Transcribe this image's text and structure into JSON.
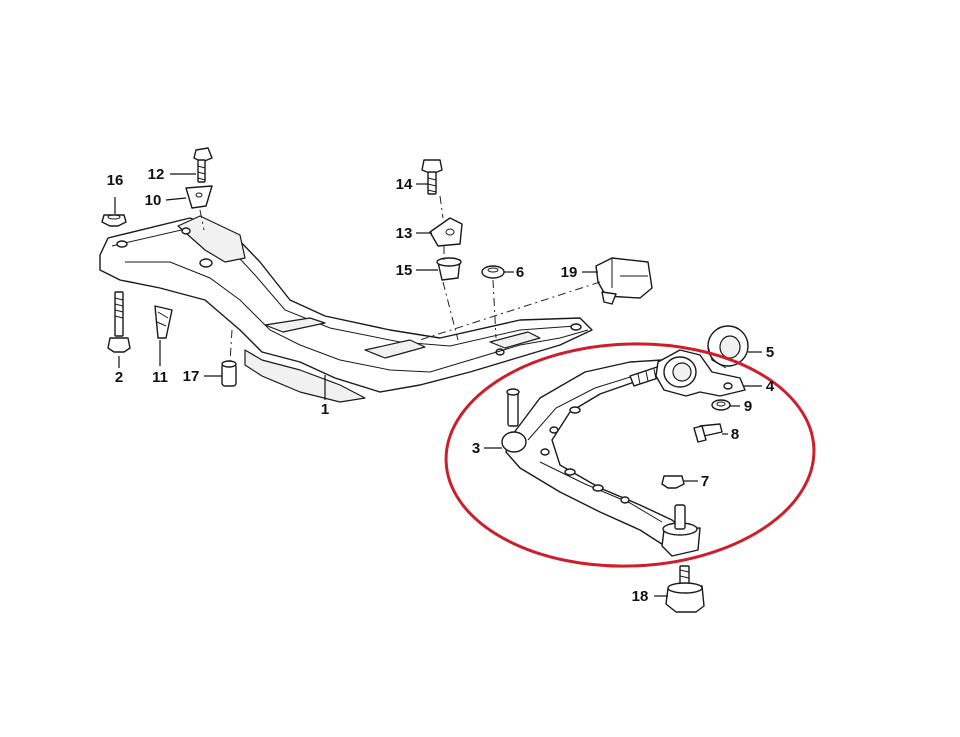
{
  "highlight": {
    "color": "#cc1f2a"
  },
  "callouts": {
    "p1": "1",
    "p2": "2",
    "p3": "3",
    "p4": "4",
    "p5": "5",
    "p6": "6",
    "p7": "7",
    "p8": "8",
    "p9": "9",
    "p10": "10",
    "p11": "11",
    "p12": "12",
    "p13": "13",
    "p14": "14",
    "p15": "15",
    "p16": "16",
    "p17": "17",
    "p18": "18",
    "p19": "19"
  }
}
